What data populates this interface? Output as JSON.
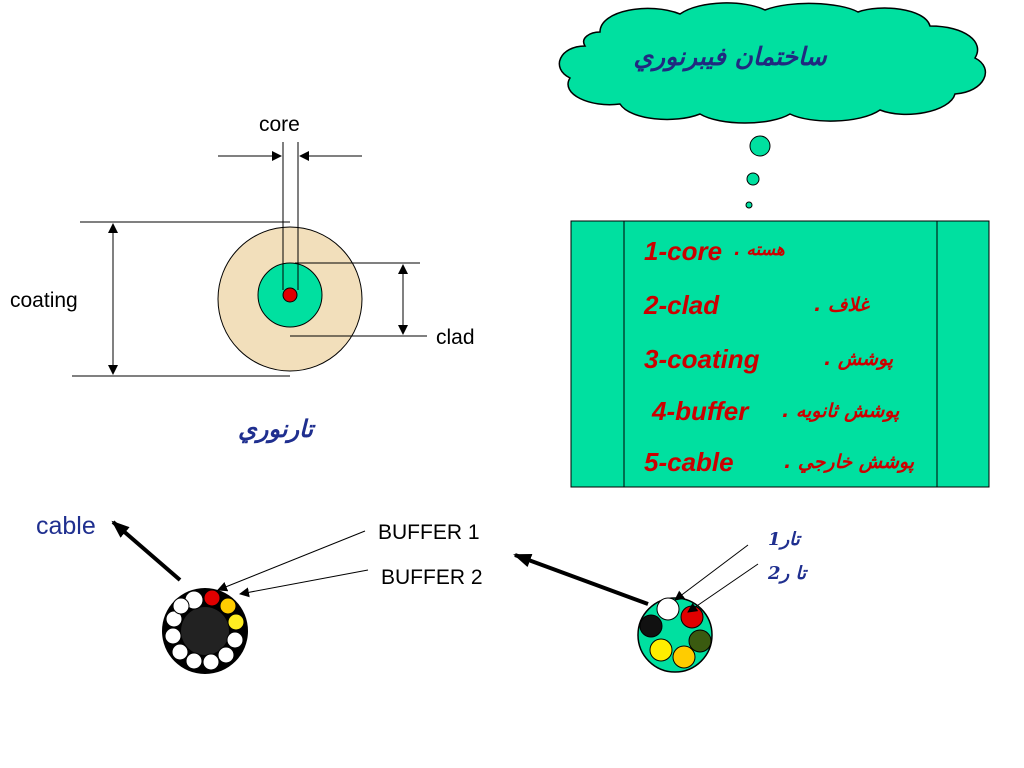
{
  "title": {
    "text": "ساختمان فيبرنوري"
  },
  "fiber": {
    "core_label": "core",
    "coating_label": "coating",
    "clad_label": "clad",
    "caption": "تارنوري"
  },
  "panel": {
    "items": [
      {
        "en": "1-core",
        "fa": "هسته ."
      },
      {
        "en": "2-clad",
        "fa": "غلاف ."
      },
      {
        "en": "3-coating",
        "fa": "پوشش ."
      },
      {
        "en": "4-buffer",
        "fa": "پوشش ثانويه ."
      },
      {
        "en": "5-cable",
        "fa": "پوشش خارجي ."
      }
    ]
  },
  "cable": {
    "cable_label": "cable",
    "buffer1_label": "BUFFER 1",
    "buffer2_label": "BUFFER 2",
    "strand1_label": "تار1",
    "strand2_label": "تا ر2"
  },
  "colors": {
    "teal": "#00e0a0",
    "coating_fill": "#f2dfbb",
    "core_red": "#e00000",
    "text_red": "#cc0000",
    "text_blue": "#1f2f8f",
    "cable_dark": "#202020"
  }
}
